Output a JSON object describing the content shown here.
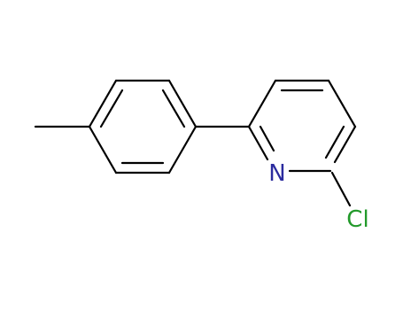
{
  "molecule": {
    "atoms": [
      {
        "id": "n1",
        "symbol": "N",
        "color": "#2b2b9e"
      },
      {
        "id": "cl1",
        "symbol": "Cl",
        "color": "#22992a"
      }
    ],
    "bond_color": "#000000",
    "background": "#ffffff"
  }
}
